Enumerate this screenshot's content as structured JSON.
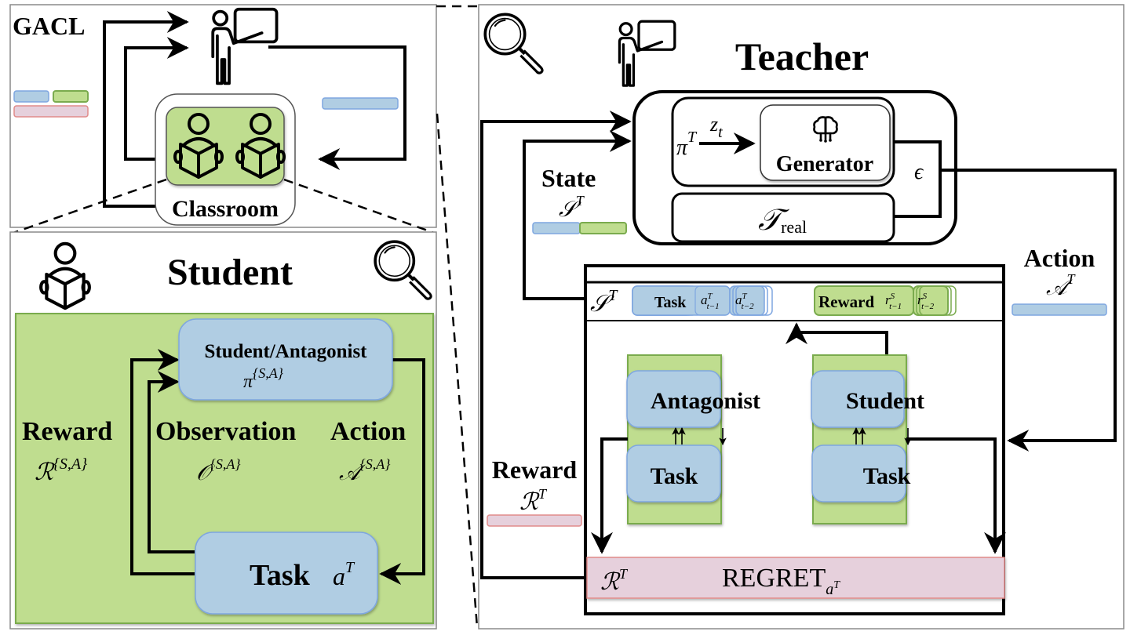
{
  "overview": {
    "title": "GACL",
    "classroom_label": "Classroom"
  },
  "student_panel": {
    "title": "Student",
    "policy_box": {
      "label": "Student/Antagonist",
      "symbol": "π",
      "superscript": "{S,A}"
    },
    "reward": {
      "label": "Reward",
      "symbol": "ℛ",
      "superscript": "{S,A}"
    },
    "observation": {
      "label": "Observation",
      "symbol": "𝒪",
      "superscript": "{S,A}"
    },
    "action": {
      "label": "Action",
      "symbol": "𝒜",
      "superscript": "{S,A}"
    },
    "task_box": {
      "label": "Task",
      "symbol": "a",
      "superscript": "T"
    }
  },
  "teacher_panel": {
    "title": "Teacher",
    "policy": {
      "symbol": "π",
      "superscript": "T"
    },
    "latent": {
      "symbol": "z",
      "subscript": "t"
    },
    "generator_label": "Generator",
    "epsilon": "ϵ",
    "real_tasks": {
      "symbol": "𝒯",
      "subscript": "real"
    },
    "state": {
      "label": "State",
      "symbol": "𝒮",
      "superscript": "T"
    },
    "action": {
      "label": "Action",
      "symbol": "𝒜",
      "superscript": "T"
    },
    "reward": {
      "label": "Reward",
      "symbol": "ℛ",
      "superscript": "T"
    },
    "state_row": {
      "symbol": "𝒮",
      "superscript": "T",
      "task_chip": {
        "label": "Task",
        "items": [
          {
            "symbol": "a",
            "superscript": "T",
            "subscript": "t−1"
          },
          {
            "symbol": "a",
            "superscript": "T",
            "subscript": "t−2"
          }
        ]
      },
      "reward_chip": {
        "label": "Reward",
        "items": [
          {
            "symbol": "r",
            "superscript": "S",
            "subscript": "t−1"
          },
          {
            "symbol": "r",
            "superscript": "S",
            "subscript": "t−2"
          }
        ]
      }
    },
    "agents": [
      {
        "name": "Antagonist",
        "task_label": "Task"
      },
      {
        "name": "Student",
        "task_label": "Task"
      }
    ],
    "regret_bar": {
      "symbol": "ℛ",
      "superscript": "T",
      "label": "REGRET",
      "subscript_symbol": "a",
      "subscript_superscript": "T"
    }
  },
  "colors": {
    "student_blue": "#b0cde3",
    "student_green": "#bfdd8f",
    "reward_pink": "#e6d0dc",
    "outline_blue": "#7ea6e0",
    "outline_green": "#7aab4e"
  },
  "icons": [
    "teacher-icon",
    "reading-student-icon",
    "magnifier-icon",
    "brain-circuit-icon"
  ]
}
